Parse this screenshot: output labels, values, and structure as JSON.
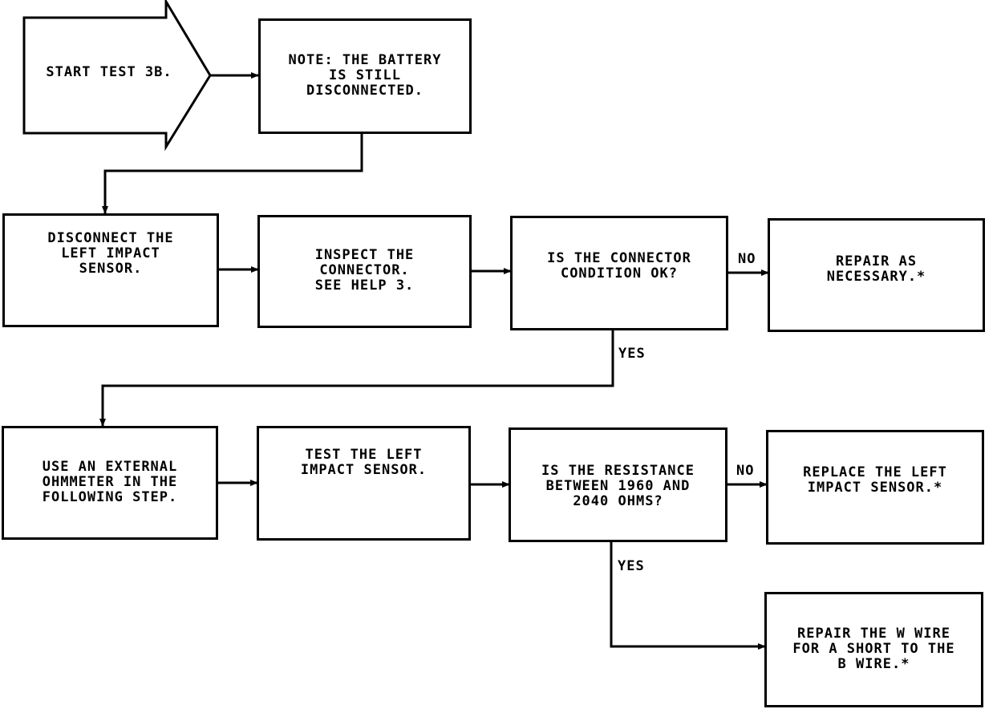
{
  "diagram": {
    "start": "START TEST 3B.",
    "steps": {
      "note": "NOTE:  THE BATTERY\nIS STILL\nDISCONNECTED.",
      "disconnect": "DISCONNECT THE\nLEFT IMPACT\nSENSOR.",
      "inspect": "INSPECT THE\nCONNECTOR.\nSEE HELP 3.",
      "connector_ok": "IS THE CONNECTOR\nCONDITION OK?",
      "repair_as_necessary": "REPAIR AS\nNECESSARY.*",
      "use_ohmmeter": "USE AN EXTERNAL\nOHMMETER IN THE\nFOLLOWING STEP.",
      "test_sensor": "TEST THE LEFT\nIMPACT SENSOR.",
      "resistance_check": "IS THE RESISTANCE\nBETWEEN 1960 AND\n2040 OHMS?",
      "replace_sensor": "REPLACE THE LEFT\nIMPACT SENSOR.*",
      "repair_wire": "REPAIR THE W WIRE\nFOR A SHORT TO THE\nB WIRE.*"
    },
    "edge_labels": {
      "no_1": "NO",
      "yes_1": "YES",
      "no_2": "NO",
      "yes_2": "YES"
    }
  }
}
